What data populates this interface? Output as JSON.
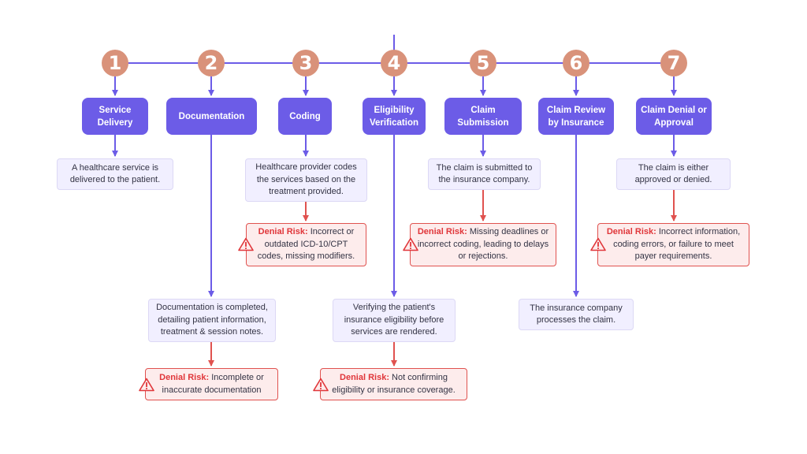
{
  "accent_purple": "#6c5ce7",
  "circle_color": "#d9927a",
  "risk_red": "#e0524f",
  "steps": [
    {
      "num": "1",
      "title": "Service Delivery",
      "desc": "A healthcare service is delivered to the patient.",
      "risk": null
    },
    {
      "num": "2",
      "title": "Documentation",
      "desc": "Documentation is completed, detailing patient information, treatment & session notes.",
      "risk": {
        "label": "Denial Risk:",
        "text": "Incomplete or inaccurate documentation"
      }
    },
    {
      "num": "3",
      "title": "Coding",
      "desc": "Healthcare provider codes the services based on the treatment provided.",
      "risk": {
        "label": "Denial Risk:",
        "text": "Incorrect or outdated ICD-10/CPT codes, missing modifiers."
      }
    },
    {
      "num": "4",
      "title": "Eligibility Verification",
      "desc": "Verifying the patient's insurance eligibility before services are rendered.",
      "risk": {
        "label": "Denial Risk:",
        "text": "Not confirming eligibility or insurance coverage."
      }
    },
    {
      "num": "5",
      "title": "Claim Submission",
      "desc": "The claim is submitted to the insurance company.",
      "risk": {
        "label": "Denial Risk:",
        "text": "Missing deadlines or incorrect coding, leading to delays or rejections."
      }
    },
    {
      "num": "6",
      "title": "Claim Review by Insurance",
      "desc": "The insurance company processes the claim.",
      "risk": null
    },
    {
      "num": "7",
      "title": "Claim Denial or Approval",
      "desc": "The claim is either approved or denied.",
      "risk": {
        "label": "Denial Risk:",
        "text": "Incorrect information, coding errors, or failure to meet payer requirements."
      }
    }
  ]
}
